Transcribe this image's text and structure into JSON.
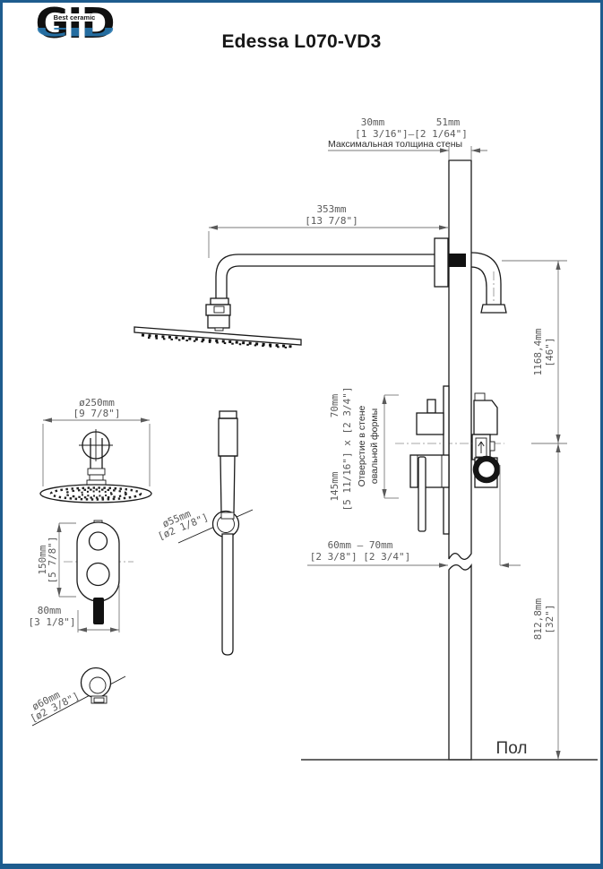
{
  "header": {
    "brand": "GID",
    "tagline": "Best ceramic",
    "title": "Edessa L070-VD3"
  },
  "colors": {
    "frame": "#1e5c8e",
    "drawing_line": "#1a1a1a",
    "dimension_text": "#5a5a5a",
    "logo_wave": "#2878b0"
  },
  "labels": {
    "wall_note": "Максимальная толщина стены",
    "wall_min": "30mm",
    "wall_max": "51mm",
    "wall_inch": "[1 3/16\"]—[2 1/64\"]",
    "arm_mm": "353mm",
    "arm_inch": "[13 7/8\"]",
    "upper_mm": "1168,4mm",
    "upper_inch": "[46\"]",
    "lower_mm": "812,8mm",
    "lower_inch": "[32\"]",
    "hole_h_mm": "145mm",
    "hole_w_mm": "70mm",
    "hole_inch": "[5 11/16\"] x [2 3/4\"]",
    "hole_note1": "Отверстие в стене",
    "hole_note2": "овальной формы",
    "depth_mm": "60mm — 70mm",
    "depth_inch": "[2 3/8\"] [2 3/4\"]",
    "floor": "Пол",
    "head_dia_mm": "ø250mm",
    "head_dia_inch": "[9 7/8\"]",
    "plate_h_mm": "150mm",
    "plate_h_inch": "[5 7/8\"]",
    "plate_w_mm": "80mm",
    "plate_w_inch": "[3 1/8\"]",
    "holder_dia_mm": "ø55mm",
    "holder_dia_inch": "[ø2 1/8\"]",
    "outlet_dia_mm": "ø60mm",
    "outlet_dia_inch": "[ø2 3/8\"]"
  }
}
